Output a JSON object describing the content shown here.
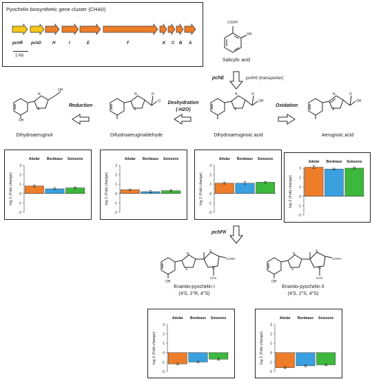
{
  "gene_cluster": {
    "title": "Pyochelin biosynthetic gene cluster (CHA0)",
    "genes": [
      {
        "label": "pchR",
        "color": "#f5c518"
      },
      {
        "label": "pchD",
        "color": "#f5c518"
      },
      {
        "label": "H",
        "color": "#ee7d2a"
      },
      {
        "label": "I",
        "color": "#ee7d2a"
      },
      {
        "label": "E",
        "color": "#ee7d2a"
      },
      {
        "label": "F",
        "color": "#ee7d2a"
      },
      {
        "label": "K",
        "color": "#ee7d2a"
      },
      {
        "label": "C",
        "color": "#ee7d2a"
      },
      {
        "label": "B",
        "color": "#ee7d2a"
      },
      {
        "label": "A",
        "color": "#ee7d2a"
      }
    ],
    "scale_label": "1 Kb"
  },
  "compounds": {
    "salicylic": "Salicylic acid",
    "dha": "Dihydroaeruginoic acid",
    "dhal": "Dihydroaeruginaldehyde",
    "dhol": "Dihydroaeruginol",
    "aer": "Aerugnoic acid",
    "epI_name": "Enantio-pyochelin  I",
    "epI_stereo": "(4'S, 2''R, 4''S)",
    "epII_name": "Enantio-pyochelin II",
    "epII_stereo": "(4'S, 2''S, 4''S)"
  },
  "steps": {
    "pchE": "pchE",
    "pchHI": "pchHI",
    "pchHI_note": " (transporter)",
    "reduction": "Reduction",
    "deshydration": "Deshydration",
    "deshydration_sub": "(-H2O)",
    "oxidation": "Oxidation",
    "pchFK": "pchFK"
  },
  "chemistry": {
    "cooh": "COOH",
    "oh": "OH",
    "ch3": "CH3",
    "s": "S",
    "n": "N",
    "h": "H",
    "o": "O"
  },
  "legend_colors": {
    "Adular": "#ee7d2a",
    "Bordeaux": "#3aa0e0",
    "Soissons": "#3cb83c"
  },
  "chart_data": [
    {
      "type": "bar",
      "compound": "Dihydroaeruginol",
      "categories": [
        "Adular",
        "Bordeaux",
        "Soissons"
      ],
      "values": [
        0.8,
        0.5,
        0.6
      ],
      "errors": [
        0.1,
        0.1,
        0.1
      ],
      "ylabel": "log 2 (Fold change)",
      "ylim": [
        -2,
        3
      ],
      "yticks": [
        "3",
        "2",
        "1",
        "0",
        "-1",
        "-2"
      ]
    },
    {
      "type": "bar",
      "compound": "Dihydroaeruginaldehyde",
      "categories": [
        "Adular",
        "Bordeaux",
        "Soissons"
      ],
      "values": [
        0.4,
        0.2,
        0.3
      ],
      "errors": [
        0.1,
        0.1,
        0.1
      ],
      "ylabel": "log 2 (Fold change)",
      "ylim": [
        -2,
        3
      ],
      "yticks": [
        "3",
        "2",
        "1",
        "0",
        "-1",
        "-2"
      ]
    },
    {
      "type": "bar",
      "compound": "Dihydroaeruginoic acid",
      "categories": [
        "Adular",
        "Bordeaux",
        "Soissons"
      ],
      "values": [
        1.1,
        1.1,
        1.2
      ],
      "errors": [
        0.1,
        0.15,
        0.1
      ],
      "ylabel": "log 2 (Fold change)",
      "ylim": [
        -2,
        3
      ],
      "yticks": [
        "3",
        "2",
        "1",
        "0",
        "-1",
        "-2"
      ]
    },
    {
      "type": "bar",
      "compound": "Aerugnoic acid",
      "categories": [
        "Adular",
        "Bordeaux",
        "Soissons"
      ],
      "values": [
        3.1,
        2.9,
        3.0
      ],
      "errors": [
        0.15,
        0.1,
        0.1
      ],
      "ylabel": "log 2 (Fold change)",
      "ylim": [
        -2,
        3
      ],
      "yticks": [
        "3",
        "2",
        "1",
        "0",
        "-1",
        "-2"
      ]
    },
    {
      "type": "bar",
      "compound": "Enantio-pyochelin I",
      "categories": [
        "Adular",
        "Bordeaux",
        "Soissons"
      ],
      "values": [
        -1.2,
        -1.0,
        -0.7
      ],
      "errors": [
        0.1,
        0.1,
        0.1
      ],
      "ylabel": "log 2 (Fold change)",
      "ylim": [
        -2,
        3
      ],
      "yticks": [
        "3",
        "2",
        "1",
        "0",
        "-1",
        "-2"
      ]
    },
    {
      "type": "bar",
      "compound": "Enantio-pyochelin II",
      "categories": [
        "Adular",
        "Bordeaux",
        "Soissons"
      ],
      "values": [
        -1.6,
        -1.4,
        -1.3
      ],
      "errors": [
        0.1,
        0.1,
        0.1
      ],
      "ylabel": "log 2 (Fold change)",
      "ylim": [
        -2,
        3
      ],
      "yticks": [
        "3",
        "2",
        "1",
        "0",
        "-1",
        "-2"
      ]
    }
  ]
}
